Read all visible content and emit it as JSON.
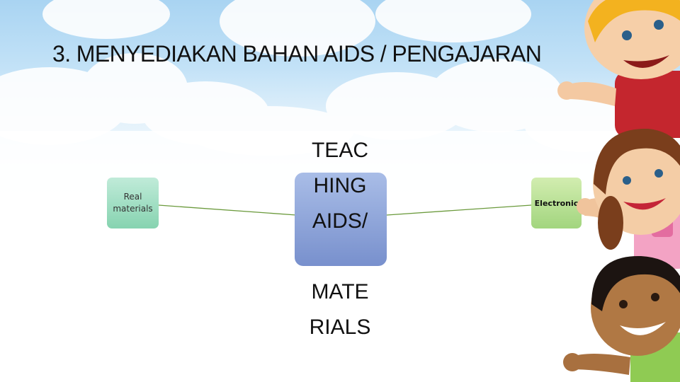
{
  "slide": {
    "title": "3. MENYEDIAKAN BAHAN AIDS / PENGAJARAN",
    "diagram": {
      "center": "TEAC\nHING\nAIDS/\n\nMATE\nRIALS",
      "left_node": "Real materials",
      "right_node": "Electronic"
    },
    "colors": {
      "sky": "#a9d4f2",
      "left_node": "#86d3b0",
      "center_node": "#7890cd",
      "right_node": "#a2d57e",
      "connector": "#6b9a3c"
    },
    "illustration": [
      "cartoon-boy-blond-red-shirt",
      "cartoon-girl-brown-pigtails",
      "cartoon-boy-dark-hair-green-shirt"
    ]
  }
}
